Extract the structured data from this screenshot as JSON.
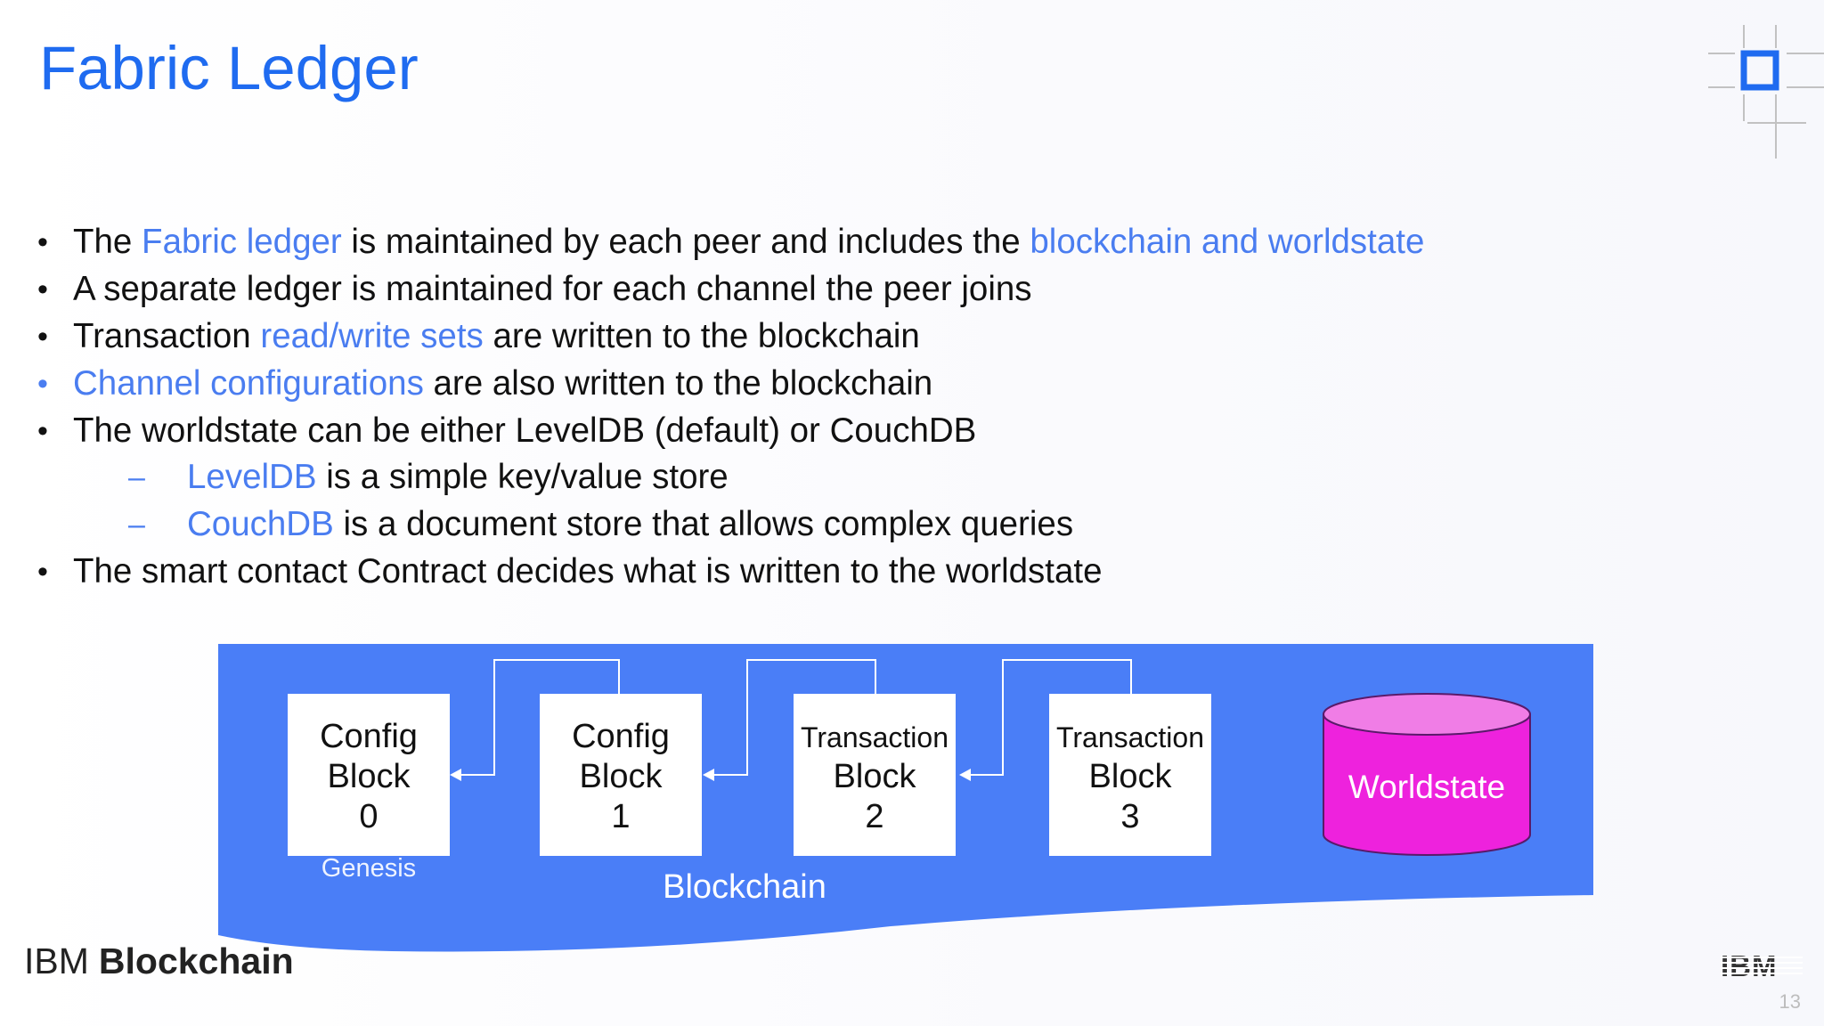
{
  "slide": {
    "title": "Fabric Ledger",
    "page_number": "13"
  },
  "bullets": [
    {
      "level": 1,
      "marker": "•",
      "segments": [
        {
          "text": "The ",
          "highlight": false
        },
        {
          "text": "Fabric ledger",
          "highlight": true
        },
        {
          "text": " is maintained by each peer and includes the ",
          "highlight": false
        },
        {
          "text": "blockchain and worldstate",
          "highlight": true
        }
      ]
    },
    {
      "level": 1,
      "marker": "•",
      "segments": [
        {
          "text": "A separate ledger is maintained for each channel the peer joins",
          "highlight": false
        }
      ]
    },
    {
      "level": 1,
      "marker": "•",
      "segments": [
        {
          "text": "Transaction ",
          "highlight": false
        },
        {
          "text": "read/write sets",
          "highlight": true
        },
        {
          "text": " are written to the blockchain",
          "highlight": false
        }
      ]
    },
    {
      "level": 1,
      "marker": "•",
      "blue_marker": true,
      "segments": [
        {
          "text": "Channel configurations",
          "highlight": true
        },
        {
          "text": " are also written to the blockchain",
          "highlight": false
        }
      ]
    },
    {
      "level": 1,
      "marker": "•",
      "segments": [
        {
          "text": "The worldstate can be either LevelDB (default) or CouchDB",
          "highlight": false
        }
      ]
    },
    {
      "level": 2,
      "marker": "–",
      "segments": [
        {
          "text": "LevelDB",
          "highlight": true
        },
        {
          "text": " is a simple key/value store",
          "highlight": false
        }
      ]
    },
    {
      "level": 2,
      "marker": "–",
      "segments": [
        {
          "text": "CouchDB",
          "highlight": true
        },
        {
          "text": " is a document store that allows complex queries",
          "highlight": false
        }
      ]
    },
    {
      "level": 1,
      "marker": "•",
      "segments": [
        {
          "text": "The smart contact Contract decides what is written to the worldstate",
          "highlight": false
        }
      ]
    }
  ],
  "diagram": {
    "blocks": [
      {
        "lines": [
          "Config",
          "Block",
          "0"
        ],
        "sublabel": "Genesis",
        "style": "config"
      },
      {
        "lines": [
          "Config",
          "Block",
          "1"
        ],
        "style": "config"
      },
      {
        "lines": [
          "Transaction",
          "Block",
          "2"
        ],
        "style": "transaction"
      },
      {
        "lines": [
          "Transaction",
          "Block",
          "3"
        ],
        "style": "transaction"
      }
    ],
    "blockchain_label": "Blockchain",
    "worldstate_label": "Worldstate"
  },
  "footer": {
    "brand_prefix": "IBM",
    "brand_name": "Blockchain",
    "logo_label": "IBM"
  },
  "colors": {
    "title": "#1f6bf0",
    "highlight": "#4a7df0",
    "diagram_band": "#4a7ef7",
    "block_fill": "#ffffff",
    "worldstate_fill": "#ee22dd",
    "worldstate_top": "#f07de6",
    "worldstate_stroke": "#5a1a6a"
  }
}
